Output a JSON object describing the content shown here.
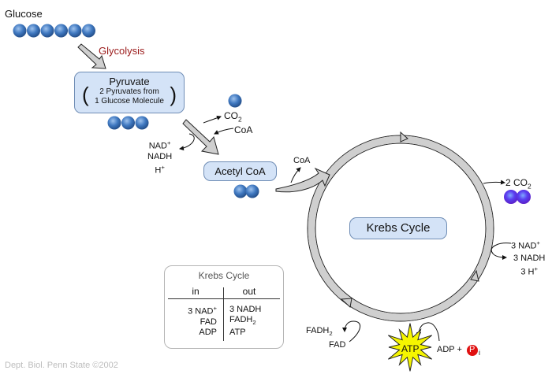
{
  "labels": {
    "glucose": "Glucose",
    "glycolysis": "Glycolysis",
    "pyruvate_title": "Pyruvate",
    "pyruvate_sub1": "2 Pyruvates from",
    "pyruvate_sub2": "1 Glucose Molecule",
    "co2": "CO",
    "co2_sub": "2",
    "coa_in": "CoA",
    "nad_plus": "NAD",
    "nadh": "NADH",
    "h_plus": "H",
    "acetyl_coa": "Acetyl CoA",
    "coa_out": "CoA",
    "two_co2": "2 CO",
    "two_co2_sub": "2",
    "krebs_cycle": "Krebs Cycle",
    "three_nad": "3 NAD",
    "three_nadh": "3 NADH",
    "three_h": "3 H",
    "fadh2": "FADH",
    "fadh2_sub": "2",
    "fad": "FAD",
    "atp": "ATP",
    "adp_plus": "ADP +",
    "pi": "P",
    "pi_sub": "i",
    "credit": "Dept. Biol. Penn State ©2002",
    "plus_sign": "+"
  },
  "summary_table": {
    "title": "Krebs Cycle",
    "headers": [
      "in",
      "out"
    ],
    "in": [
      "3 NAD+",
      "FAD",
      "ADP"
    ],
    "out": [
      "3 NADH",
      "FADH2",
      "ATP"
    ],
    "in_rows": [
      {
        "text": "3 NAD",
        "sup": "+"
      },
      {
        "text": "FAD"
      },
      {
        "text": "ADP"
      }
    ],
    "out_rows": [
      {
        "text": "3 NADH"
      },
      {
        "text": "FADH",
        "sub": "2"
      },
      {
        "text": "ATP"
      }
    ]
  },
  "molecule_counts": {
    "glucose": 6,
    "pyruvate": 3,
    "co2": 1,
    "acetyl_coa": 2,
    "krebs_co2": 2
  },
  "colors": {
    "carbon": "#3f78c0",
    "co2_purple": "#6a3cf0",
    "glycolysis_text": "#9b1b1b",
    "box_fill": "#d4e3f7",
    "arrow_fill": "#cfcfcf",
    "atp_star": "#f5f500",
    "phosphate": "#e01010",
    "credit_text": "#bdbdbd"
  }
}
